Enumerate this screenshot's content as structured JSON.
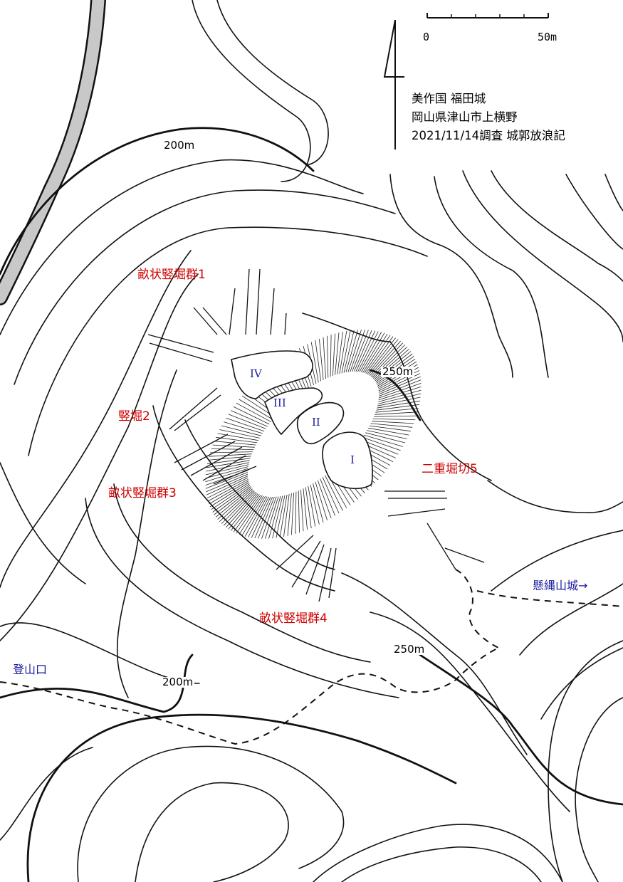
{
  "title_block": {
    "province_castle": "美作国 福田城",
    "location": "岡山県津山市上横野",
    "survey": "2021/11/14調査 城郭放浪記"
  },
  "scale_bar": {
    "start_label": "0",
    "end_label": "50m"
  },
  "elevation_labels": [
    "200m",
    "250m",
    "250m",
    "200m"
  ],
  "features": {
    "dry_moat_group_1": "畝状竪堀群1",
    "vertical_moat_2": "竪堀2",
    "dry_moat_group_3": "畝状竪堀群3",
    "dry_moat_group_4": "畝状竪堀群4",
    "double_cut_5": "二重堀切5"
  },
  "enclosures": [
    "I",
    "II",
    "III",
    "IV"
  ],
  "route_labels": {
    "trailhead": "登山口",
    "kakenawayama": "懸縄山城→"
  },
  "colors": {
    "feature_red": "#d00000",
    "enclosure_blue": "#1a1aa0",
    "river_fill": "#c8c8c8"
  }
}
